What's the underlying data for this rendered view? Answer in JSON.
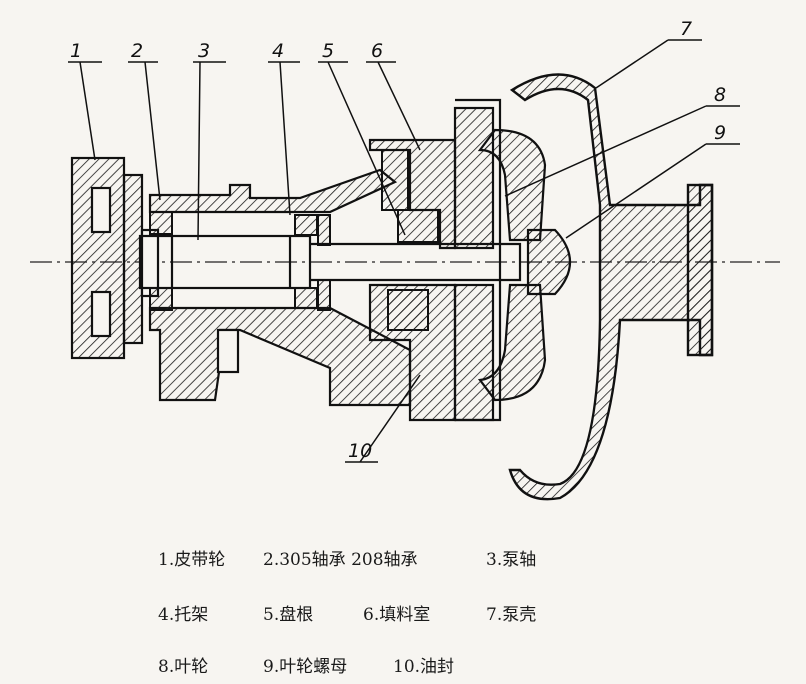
{
  "callouts": [
    {
      "n": "1"
    },
    {
      "n": "2"
    },
    {
      "n": "3"
    },
    {
      "n": "4"
    },
    {
      "n": "5"
    },
    {
      "n": "6"
    },
    {
      "n": "7"
    },
    {
      "n": "8"
    },
    {
      "n": "9"
    },
    {
      "n": "10"
    }
  ],
  "legend": [
    "1.皮带轮",
    "2.305轴承  208轴承",
    "3.泵轴",
    "4.托架",
    "5.盘根",
    "6.填料室",
    "7.泵壳",
    "8.叶轮",
    "9.叶轮螺母",
    "10.油封"
  ],
  "colors": {
    "ink": "#1a1a1a",
    "paper": "#f7f5f1"
  }
}
